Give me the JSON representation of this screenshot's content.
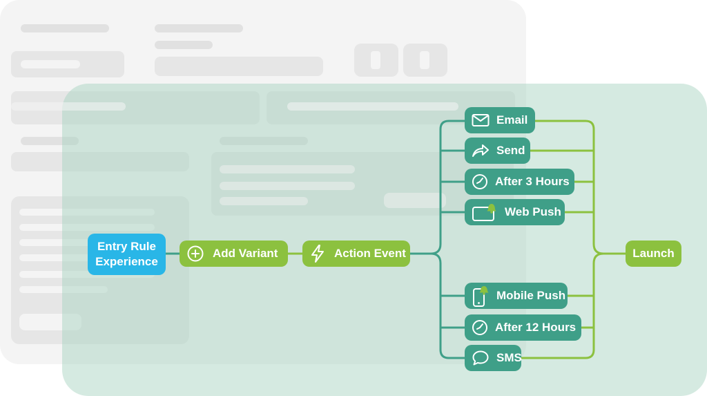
{
  "colors": {
    "teal": "#3f9f88",
    "lime": "#8cc13f",
    "blue": "#29b6e7",
    "panel": "#a7d4c0",
    "placeholder": "#e6e6e6"
  },
  "flow": {
    "entry_rule": {
      "label": "Entry Rule\nExperience"
    },
    "add_variant": {
      "label": "Add Variant",
      "icon": "plus-circle-icon"
    },
    "action_event": {
      "label": "Action Event",
      "icon": "lightning-bolt-icon"
    },
    "branches": [
      {
        "id": "email",
        "label": "Email",
        "icon": "envelope-icon"
      },
      {
        "id": "send",
        "label": "Send",
        "icon": "share-arrow-icon"
      },
      {
        "id": "after-3-hours",
        "label": "After 3 Hours",
        "icon": "clock-icon"
      },
      {
        "id": "web-push",
        "label": "Web Push",
        "icon": "browser-bell-icon"
      },
      {
        "id": "mobile-push",
        "label": "Mobile Push",
        "icon": "mobile-bell-icon"
      },
      {
        "id": "after-12-hours",
        "label": "After 12 Hours",
        "icon": "clock-icon"
      },
      {
        "id": "sms",
        "label": "SMS",
        "icon": "chat-bubble-icon"
      }
    ],
    "launch": {
      "label": "Launch"
    }
  }
}
